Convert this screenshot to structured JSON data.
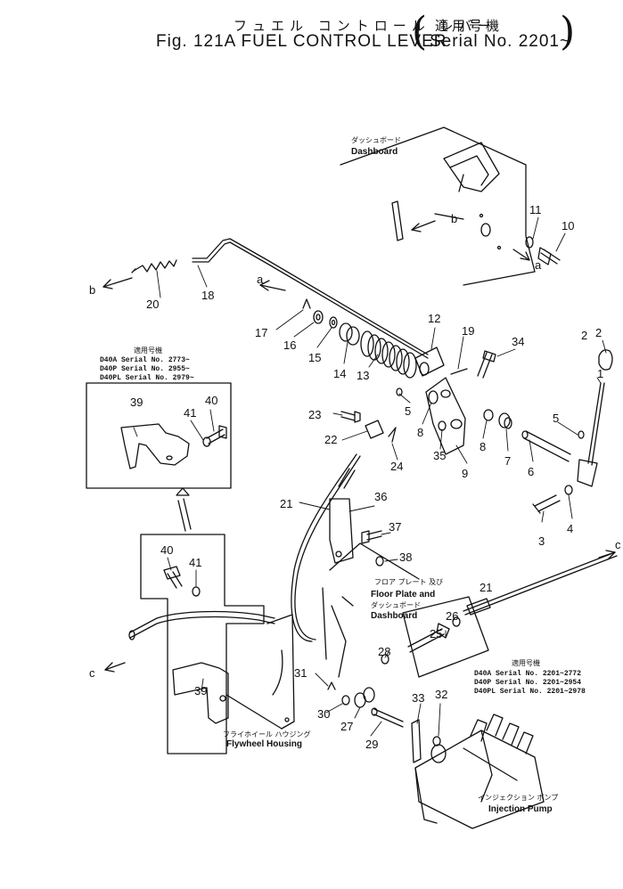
{
  "title": {
    "jp": "フュエル コントロール レバー",
    "en": "Fig. 121A FUEL CONTROL LEVER",
    "serial_jp": "適用号機",
    "serial_en": "Serial No. 2201~"
  },
  "labels": {
    "dashboard_jp": "ダッシュボード",
    "dashboard_en": "Dashboard",
    "floor_jp": "フロア プレート 及び",
    "floor_en": "Floor Plate and",
    "floor_dash_jp": "ダッシュボード",
    "floor_dash_en": "Dashboard",
    "flywheel_jp": "フライホイール ハウジング",
    "flywheel_en": "Flywheel Housing",
    "injection_jp": "インジェクション ポンプ",
    "injection_en": "Injection Pump"
  },
  "serial_table_top": {
    "header": "適用号機",
    "rows": [
      "D40A  Serial No. 2773~",
      "D40P  Serial No. 2955~",
      "D40PL Serial No. 2979~"
    ]
  },
  "serial_table_bottom": {
    "header": "適用号機",
    "rows": [
      "D40A  Serial No. 2201~2772",
      "D40P  Serial No. 2201~2954",
      "D40PL Serial No. 2201~2978"
    ]
  },
  "arrows": {
    "a": "a",
    "b": "b",
    "c": "c"
  },
  "parts": [
    "1",
    "2",
    "3",
    "4",
    "5",
    "6",
    "7",
    "8",
    "9",
    "10",
    "11",
    "12",
    "13",
    "14",
    "15",
    "16",
    "17",
    "18",
    "19",
    "20",
    "21",
    "22",
    "23",
    "24",
    "25",
    "26",
    "27",
    "28",
    "29",
    "30",
    "31",
    "32",
    "33",
    "34",
    "35",
    "36",
    "37",
    "38",
    "39",
    "40",
    "41"
  ]
}
